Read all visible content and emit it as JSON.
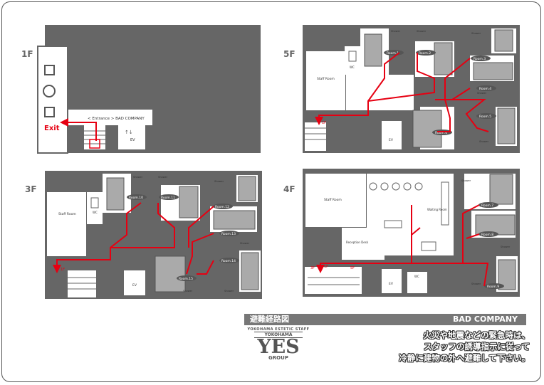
{
  "floors": {
    "f1": {
      "label": "1F",
      "exit": "Exit",
      "entrance": "< Entrance > BAD COMPANY",
      "ev": "EV"
    },
    "f5": {
      "label": "5F",
      "staff_room": "Staff Room",
      "wc": "WC",
      "rooms": [
        "Room.1",
        "Room.2",
        "Room.3",
        "Room.4",
        "Room.5",
        "Room.6"
      ],
      "shower": "Shower Room",
      "ev": "EV",
      "stairs": "1F"
    },
    "f3": {
      "label": "3F",
      "staff_room": "Staff Room",
      "wc": "WC",
      "rooms": [
        "Room.10",
        "Room.11",
        "Room.12",
        "Room.13",
        "Room.14",
        "Room.15"
      ],
      "shower": "Shower Room",
      "ev": "EV",
      "stairs": "1F"
    },
    "f4": {
      "label": "4F",
      "staff_room": "Staff Room",
      "waiting_room": "Waiting Room",
      "reception_desk": "Reception Desk",
      "wc": "WC",
      "rooms": [
        "Room.7",
        "Room.8",
        "Room.9"
      ],
      "shower": "Shower Room",
      "ev": "EV",
      "stairs_left": "3F",
      "stairs_down": "1F",
      "stairs_right": "5F"
    }
  },
  "title": "避難経路図",
  "company": "BAD COMPANY",
  "logo": {
    "tagline": "YOKOHAMA ESTETIC STAFF",
    "city": "YOKOHAMA",
    "brand": "YES",
    "group": "GROUP"
  },
  "notice_lines": [
    "火災や地震などの緊急時は、",
    "スタッフの誘導指示に従って",
    "冷静に建物の外へ避難して下さい。"
  ],
  "colors": {
    "route": "#e60012",
    "wall": "#666666",
    "bed": "#aaaaaa"
  }
}
